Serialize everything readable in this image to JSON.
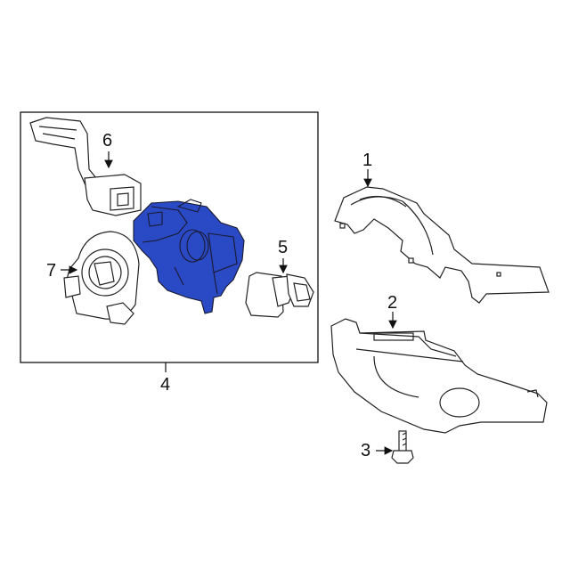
{
  "diagram": {
    "type": "exploded-parts-diagram",
    "highlight_color": "#2a49c4",
    "highlighted_part": "4",
    "group_box": {
      "label": "4"
    },
    "callouts": [
      {
        "id": "c1",
        "label": "1"
      },
      {
        "id": "c2",
        "label": "2"
      },
      {
        "id": "c3",
        "label": "3"
      },
      {
        "id": "c4",
        "label": "4"
      },
      {
        "id": "c5",
        "label": "5"
      },
      {
        "id": "c6",
        "label": "6"
      },
      {
        "id": "c7",
        "label": "7"
      }
    ]
  }
}
